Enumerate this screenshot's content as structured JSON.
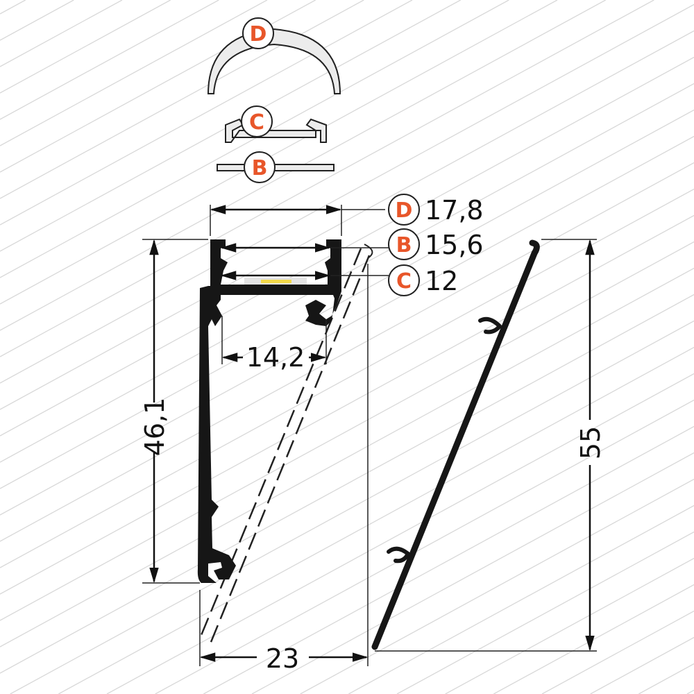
{
  "colors": {
    "callout_letter": "#e8562a",
    "profile": "#161616",
    "hatching": "#d6d6d6",
    "diffuser": "#ececec"
  },
  "parts": [
    {
      "letter": "D"
    },
    {
      "letter": "C"
    },
    {
      "letter": "B"
    }
  ],
  "legend": [
    {
      "letter": "D",
      "value": "17,8"
    },
    {
      "letter": "B",
      "value": "15,6"
    },
    {
      "letter": "C",
      "value": "12"
    }
  ],
  "dimensions": {
    "inner_width": "14,2",
    "height_profile": "46,1",
    "height_total": "55",
    "width_total": "23"
  }
}
